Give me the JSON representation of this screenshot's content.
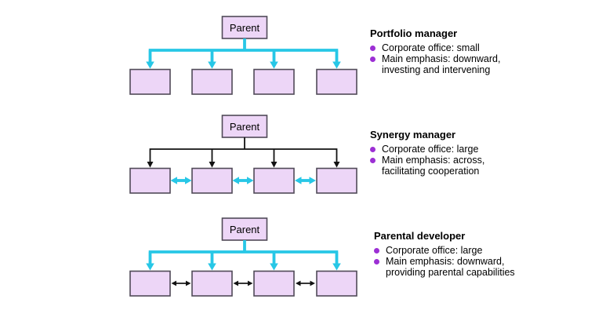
{
  "figure": {
    "parent_label": "Parent",
    "panels": [
      {
        "id": "portfolio-manager",
        "title": "Portfolio manager",
        "bullets": [
          "Corporate office: small",
          "Main emphasis: downward,\ninvesting and intervening"
        ],
        "tree_arrows": "cyan downward",
        "sibling_arrows": "none"
      },
      {
        "id": "synergy-manager",
        "title": "Synergy manager",
        "bullets": [
          "Corporate office: large",
          "Main emphasis: across,\nfacilitating cooperation"
        ],
        "tree_arrows": "black downward",
        "sibling_arrows": "cyan double-headed"
      },
      {
        "id": "parental-developer",
        "title": "Parental developer",
        "bullets": [
          "Corporate office: large",
          "Main emphasis: downward,\nproviding parental capabilities"
        ],
        "tree_arrows": "cyan downward",
        "sibling_arrows": "black double-headed"
      }
    ],
    "colors": {
      "box_fill": "#edd6f7",
      "box_border": "#504a58",
      "cyan_arrow": "#27c7e6",
      "black_arrow": "#121212",
      "bullet": "#9c2fd4",
      "text": "#000000"
    }
  }
}
